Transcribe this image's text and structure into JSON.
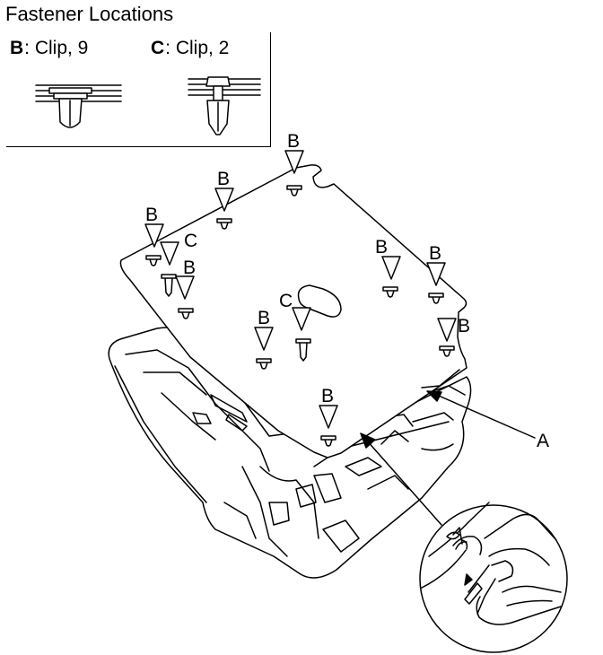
{
  "title": "Fastener Locations",
  "legend": {
    "b": {
      "symbol": "B",
      "label": ": Clip, 9"
    },
    "c": {
      "symbol": "C",
      "label": ": Clip, 2"
    }
  },
  "callouts": {
    "b": "B",
    "c": "C",
    "a": "A"
  }
}
